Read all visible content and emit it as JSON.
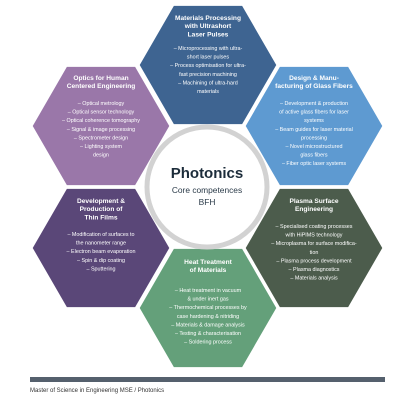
{
  "center": {
    "title": "Photonics",
    "subtitle_lines": [
      "Core competences",
      "BFH"
    ]
  },
  "hexagons": [
    {
      "id": "materials-processing",
      "color": "#3e6491",
      "title_lines": [
        "Materials Processing",
        "with Ultrashort",
        "Laser Pulses"
      ],
      "items": [
        "– Microprocessing with ultra-",
        "short laser pulses",
        "– Process optimisation for ultra-",
        "fast precision machining",
        "– Machining of ultra-hard",
        "materials"
      ]
    },
    {
      "id": "glass-fibers",
      "color": "#5e9ad1",
      "title_lines": [
        "Design & Manu-",
        "facturing of Glass Fibers"
      ],
      "items": [
        "– Development & production",
        "of active glass fibers for laser",
        "systems",
        "– Beam guides for laser material",
        "processing",
        "– Novel microstructured",
        "glass fibers",
        "– Fiber optic laser systems"
      ]
    },
    {
      "id": "plasma-surface",
      "color": "#4c5c4c",
      "title_lines": [
        "Plasma Surface",
        "Engineering"
      ],
      "items": [
        "– Specialised coating processes",
        "with HiPIMS technology",
        "– Microplasma for surface modifica-",
        "tion",
        "– Plasma process development",
        "– Plasma diagnostics",
        "– Materials analysis"
      ]
    },
    {
      "id": "heat-treatment",
      "color": "#64a07a",
      "title_lines": [
        "Heat Treatment",
        "of Materials"
      ],
      "items": [
        "– Heat treatment in vacuum",
        "& under inert gas",
        "– Thermochemical processes by",
        "case hardening & nitriding",
        "– Materials & damage analysis",
        "– Testing & characterisation",
        "– Soldering process"
      ]
    },
    {
      "id": "thin-films",
      "color": "#5a4778",
      "title_lines": [
        "Development &",
        "Production of",
        "Thin Films"
      ],
      "items": [
        "– Modification of surfaces to",
        "the nanometer range",
        "– Electron beam evaporation",
        "– Spin & dip coating",
        "– Sputtering"
      ]
    },
    {
      "id": "optics-human",
      "color": "#9a77a9",
      "title_lines": [
        "Optics for Human",
        "Centered Engineering"
      ],
      "items": [
        "– Optical metrology",
        "– Optical sensor technology",
        "– Optical coherence tomography",
        "– Signal & image processing",
        "– Spectrometer design",
        "– Lighting system",
        "design"
      ]
    }
  ],
  "footer": {
    "text": "Master of Science in Engineering MSE / Photonics"
  }
}
